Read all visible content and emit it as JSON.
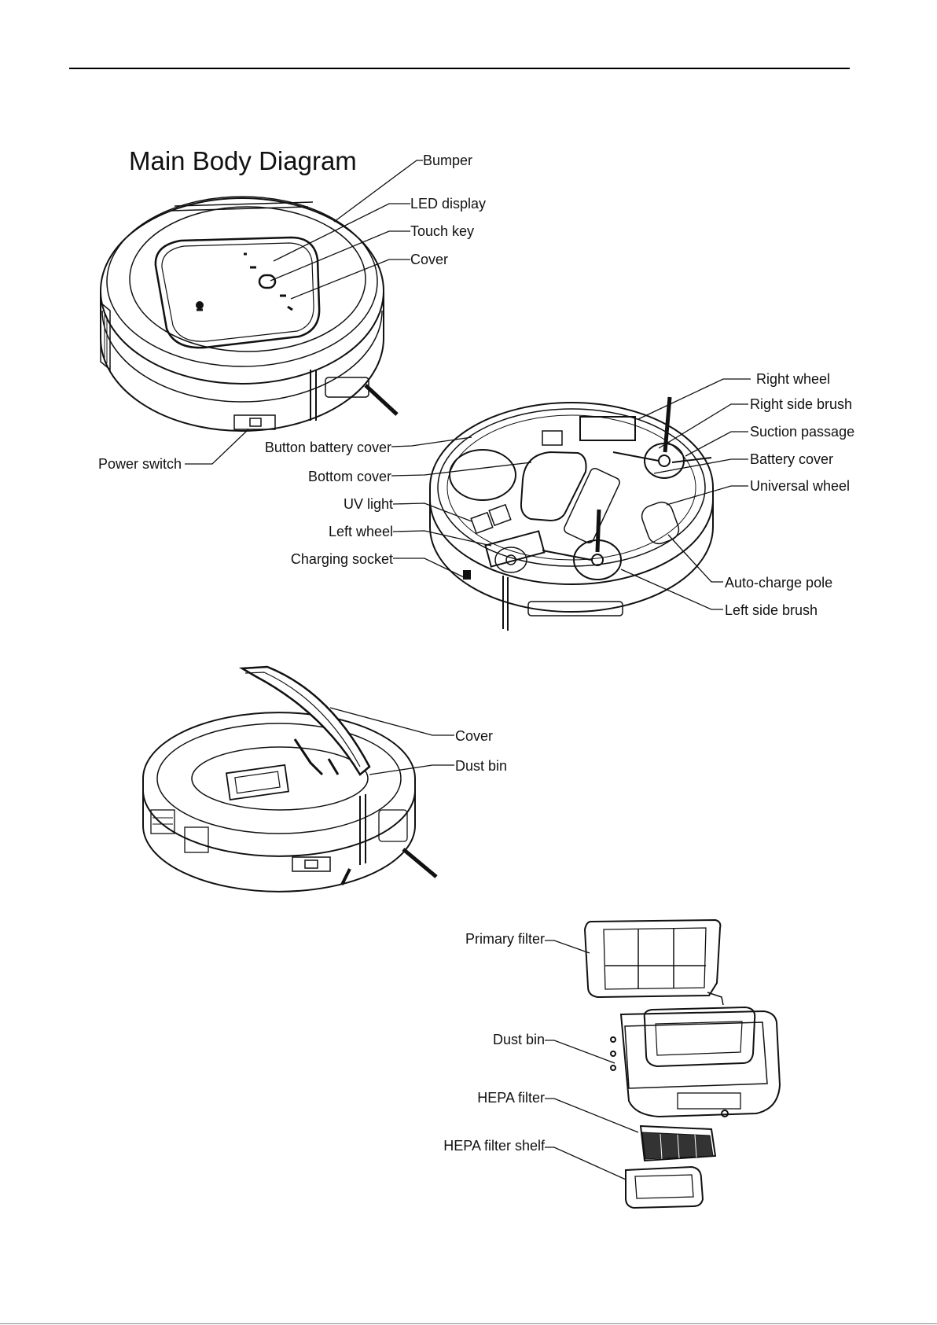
{
  "diagram": {
    "title": "Main Body Diagram",
    "top_view_labels": {
      "bumper": "Bumper",
      "led_display": "LED display",
      "touch_key": "Touch key",
      "cover": "Cover",
      "power_switch": "Power switch"
    },
    "bottom_view_labels": {
      "right_wheel": "Right wheel",
      "right_side_brush": "Right side brush",
      "suction_passage": "Suction passage",
      "battery_cover": "Battery cover",
      "universal_wheel": "Universal wheel",
      "auto_charge_pole": "Auto-charge pole",
      "left_side_brush": "Left side brush",
      "button_battery_cover": "Button battery cover",
      "bottom_cover": "Bottom cover",
      "uv_light": "UV light",
      "left_wheel": "Left wheel",
      "charging_socket": "Charging socket"
    },
    "open_view_labels": {
      "cover": "Cover",
      "dust_bin": "Dust bin"
    },
    "exploded_view_labels": {
      "primary_filter": "Primary filter",
      "dust_bin": "Dust bin",
      "hepa_filter": "HEPA filter",
      "hepa_filter_shelf": "HEPA filter shelf"
    }
  }
}
